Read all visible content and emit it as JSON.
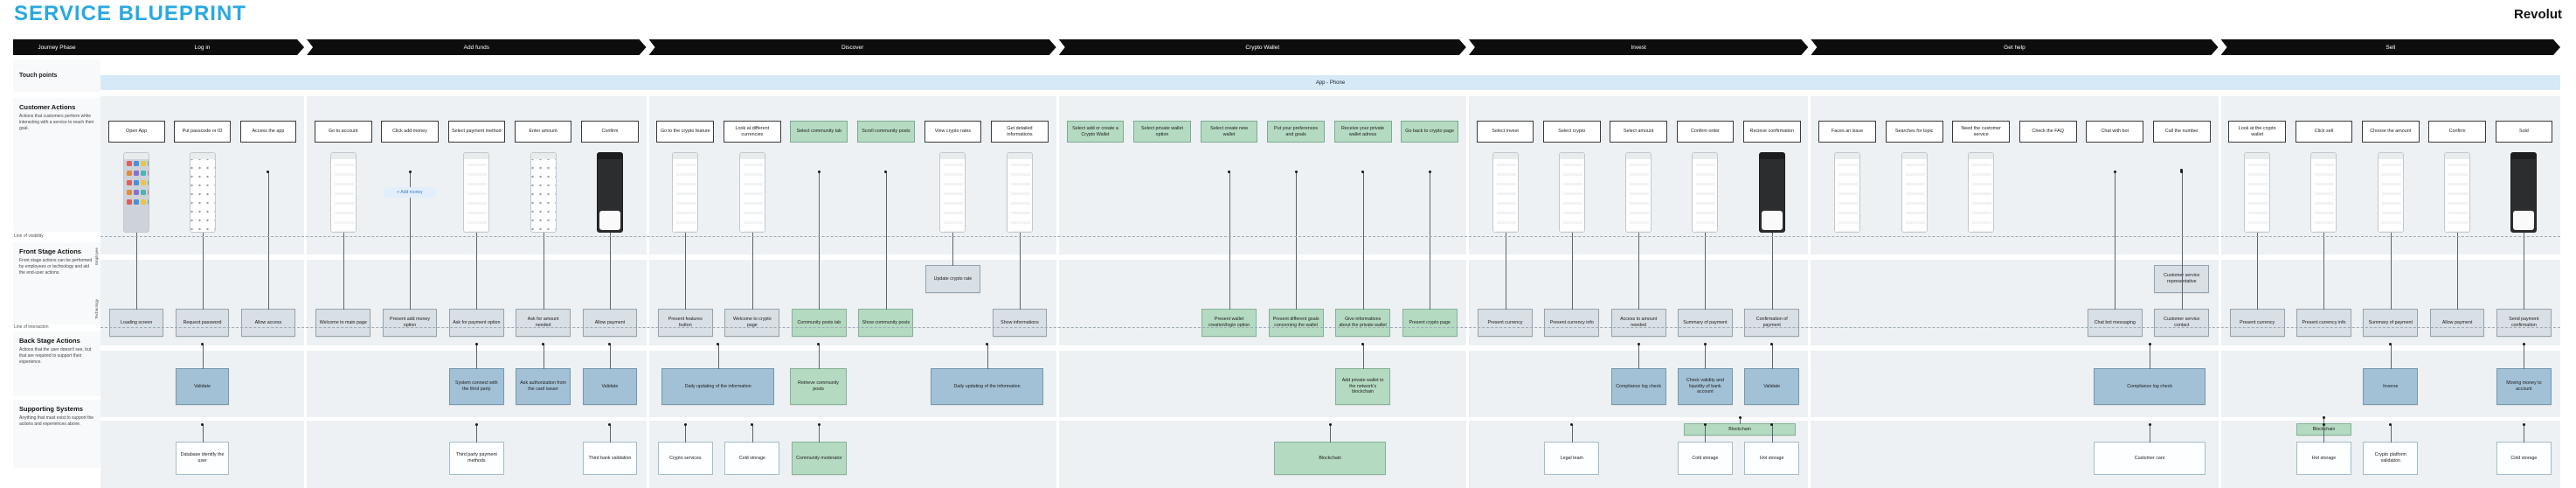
{
  "title": "SERVICE BLUEPRINT",
  "brand": "Revolut",
  "journey_phase_label": "Journey Phase",
  "touchpoints": {
    "label": "Touch points",
    "value": "App - Phone"
  },
  "pill_label": "+ Add money",
  "colors": {
    "accent_title": "#29a9e1",
    "banner": "#0d0d0d",
    "touch_band": "#d6e9f6",
    "note_green": "#b5dac2",
    "note_blue": "#a3c1d6",
    "note_gray": "#d8dfe5"
  },
  "lanes": {
    "customer": {
      "title": "Customer Actions",
      "desc": "Actions that customers perform while interacting with a service to reach their goal."
    },
    "visibility_line": "Line of visibility",
    "front": {
      "title": "Front Stage Actions",
      "desc": "Front stage actions can be performed by employees or technology and aid the end-user actions.",
      "sub_top": "Employee",
      "sub_bottom": "Technology"
    },
    "interaction_line": "Line of interaction",
    "back": {
      "title": "Back Stage Actions",
      "desc": "Actions that the user doesn't see, but that are required to support their experience."
    },
    "supporting": {
      "title": "Supporting Systems",
      "desc": "Anything that must exist to support the actions and experiences above."
    }
  },
  "phases": [
    {
      "name": "Log in",
      "slots": 3,
      "customer": [
        {
          "label": "Open App",
          "c": "white",
          "phone": "apps"
        },
        {
          "label": "Put passcode or ID",
          "c": "white",
          "phone": "keypad"
        },
        {
          "label": "Access the app",
          "c": "white",
          "phone": null
        }
      ],
      "employee": null,
      "front": [
        {
          "label": "Loading screen",
          "c": "gray"
        },
        {
          "label": "Request password",
          "c": "gray"
        },
        {
          "label": "Allow access",
          "c": "gray"
        }
      ],
      "back": [
        null,
        {
          "label": "Validate",
          "c": "blue"
        },
        null
      ],
      "sup1": null,
      "sup2": [
        null,
        {
          "label": "Database identify the user",
          "c": "white"
        },
        null
      ]
    },
    {
      "name": "Add funds",
      "slots": 5,
      "customer": [
        {
          "label": "Go to account",
          "c": "white",
          "phone": "light"
        },
        {
          "label": "Click add money",
          "c": "white",
          "phone": "pill"
        },
        {
          "label": "Select payment method",
          "c": "white",
          "phone": "light"
        },
        {
          "label": "Enter amount",
          "c": "white",
          "phone": "keypad"
        },
        {
          "label": "Confirm",
          "c": "white",
          "phone": "dark"
        }
      ],
      "employee": null,
      "front": [
        {
          "label": "Welcome to main page",
          "c": "gray"
        },
        {
          "label": "Present add money option",
          "c": "gray"
        },
        {
          "label": "Ask for payment option",
          "c": "gray"
        },
        {
          "label": "Ask for amount needed",
          "c": "gray"
        },
        {
          "label": "Allow payment",
          "c": "gray"
        }
      ],
      "back": [
        null,
        null,
        {
          "label": "System connect with the third party",
          "c": "blue"
        },
        {
          "label": "Ask authorization from the card issuer",
          "c": "blue"
        },
        {
          "label": "Validate",
          "c": "blue"
        }
      ],
      "sup1": null,
      "sup2": [
        null,
        null,
        {
          "label": "Third party payment methods",
          "c": "white"
        },
        null,
        {
          "label": "Third bank validation",
          "c": "white"
        }
      ]
    },
    {
      "name": "Discover",
      "slots": 6,
      "customer": [
        {
          "label": "Go to the crypto feature",
          "c": "white",
          "phone": "light"
        },
        {
          "label": "Look at different currencies",
          "c": "white",
          "phone": "light"
        },
        {
          "label": "Select community tab",
          "c": "green",
          "phone": null
        },
        {
          "label": "Scroll community posts",
          "c": "green",
          "phone": null
        },
        {
          "label": "View crypto rates",
          "c": "white",
          "phone": "light"
        },
        {
          "label": "Get detailed informations",
          "c": "white",
          "phone": "light"
        }
      ],
      "employee": [
        null,
        null,
        null,
        null,
        {
          "label": "Update crypto rate",
          "c": "gray"
        },
        null
      ],
      "front": [
        {
          "label": "Present features button",
          "c": "gray"
        },
        {
          "label": "Welcome to crypto page",
          "c": "gray"
        },
        {
          "label": "Community posts tab",
          "c": "green"
        },
        {
          "label": "Show community posts",
          "c": "green"
        },
        null,
        {
          "label": "Show informations",
          "c": "gray"
        }
      ],
      "back": [
        {
          "label": "Daily updating of the information",
          "c": "blue",
          "span": 2
        },
        {
          "label": "Retrieve community posts",
          "c": "green"
        },
        null,
        {
          "label": "Daily updating of the information",
          "c": "blue",
          "span": 2
        }
      ],
      "sup1": null,
      "sup2": [
        {
          "label": "Crypto services",
          "c": "white"
        },
        {
          "label": "Cold storage",
          "c": "white"
        },
        {
          "label": "Community moderator",
          "c": "green"
        },
        null,
        null,
        null
      ]
    },
    {
      "name": "Crypto Wallet",
      "slots": 6,
      "customer": [
        {
          "label": "Select add or create a Crypto Wallet",
          "c": "green",
          "phone": null
        },
        {
          "label": "Select private wallet option",
          "c": "green",
          "phone": null
        },
        {
          "label": "Select create new wallet",
          "c": "green",
          "phone": null
        },
        {
          "label": "Put your preferences and goals",
          "c": "green",
          "phone": null
        },
        {
          "label": "Receive your private wallet adress",
          "c": "green",
          "phone": null
        },
        {
          "label": "Go back to crypto page",
          "c": "green",
          "phone": null
        }
      ],
      "employee": null,
      "front": [
        null,
        null,
        {
          "label": "Present wallet creation/login option",
          "c": "green"
        },
        {
          "label": "Present different goals concerning the wallet",
          "c": "green"
        },
        {
          "label": "Give informations about the private wallet",
          "c": "green"
        },
        {
          "label": "Present crypto page",
          "c": "green"
        }
      ],
      "back": [
        null,
        null,
        null,
        null,
        {
          "label": "Add private wallet to the network's blockchain",
          "c": "green"
        },
        null
      ],
      "sup1": null,
      "sup2": [
        null,
        null,
        null,
        {
          "label": "Blockchain",
          "c": "green",
          "span": 2
        },
        null
      ]
    },
    {
      "name": "Invest",
      "slots": 5,
      "customer": [
        {
          "label": "Select invest",
          "c": "white",
          "phone": "light"
        },
        {
          "label": "Select crypto",
          "c": "white",
          "phone": "light"
        },
        {
          "label": "Select amount",
          "c": "white",
          "phone": "light"
        },
        {
          "label": "Confirm order",
          "c": "white",
          "phone": "light"
        },
        {
          "label": "Recieve confirmation",
          "c": "white",
          "phone": "dark"
        }
      ],
      "employee": null,
      "front": [
        {
          "label": "Present currency",
          "c": "gray"
        },
        {
          "label": "Present currency info",
          "c": "gray"
        },
        {
          "label": "Access to amount needed",
          "c": "gray"
        },
        {
          "label": "Summary of payment",
          "c": "gray"
        },
        {
          "label": "Confirmation of payment",
          "c": "gray"
        }
      ],
      "back": [
        null,
        null,
        {
          "label": "Compliance log check",
          "c": "blue"
        },
        {
          "label": "Check validity and liquidity of bank account",
          "c": "blue"
        },
        {
          "label": "Validate",
          "c": "blue"
        }
      ],
      "sup1": [
        null,
        null,
        null,
        {
          "label": "Blockchain",
          "c": "green",
          "span": 2
        }
      ],
      "sup2": [
        null,
        {
          "label": "Legal team",
          "c": "white"
        },
        null,
        {
          "label": "Cold storage",
          "c": "white"
        },
        {
          "label": "Hot storage",
          "c": "white"
        }
      ]
    },
    {
      "name": "Get help",
      "slots": 6,
      "customer": [
        {
          "label": "Faces an issue",
          "c": "white",
          "phone": "light"
        },
        {
          "label": "Searches for topic",
          "c": "white",
          "phone": "light"
        },
        {
          "label": "Need the customer service",
          "c": "white",
          "phone": "light"
        },
        {
          "label": "Check the FAQ",
          "c": "white",
          "phone": null
        },
        {
          "label": "Chat with bot",
          "c": "white",
          "phone": null
        },
        {
          "label": "Call the number",
          "c": "white",
          "phone": null
        }
      ],
      "employee": [
        null,
        null,
        null,
        null,
        null,
        {
          "label": "Customer service representative",
          "c": "gray"
        }
      ],
      "front": [
        null,
        null,
        null,
        null,
        {
          "label": "Chat bot messaging",
          "c": "gray"
        },
        {
          "label": "Customer service contact",
          "c": "gray"
        }
      ],
      "back": [
        null,
        null,
        null,
        null,
        {
          "label": "Compliance log check",
          "c": "blue",
          "span": 2
        }
      ],
      "sup1": null,
      "sup2": [
        null,
        null,
        null,
        null,
        {
          "label": "Customer care",
          "c": "white",
          "span": 2
        }
      ]
    },
    {
      "name": "Sell",
      "slots": 5,
      "customer": [
        {
          "label": "Look at the crypto wallet",
          "c": "white",
          "phone": "light"
        },
        {
          "label": "Click sell",
          "c": "white",
          "phone": "light"
        },
        {
          "label": "Choose the amount",
          "c": "white",
          "phone": "light"
        },
        {
          "label": "Confirm",
          "c": "white",
          "phone": "light"
        },
        {
          "label": "Sold",
          "c": "white",
          "phone": "dark"
        }
      ],
      "employee": null,
      "front": [
        {
          "label": "Present currency",
          "c": "gray"
        },
        {
          "label": "Present currency info",
          "c": "gray"
        },
        {
          "label": "Summary of payment",
          "c": "gray"
        },
        {
          "label": "Allow payment",
          "c": "gray"
        },
        {
          "label": "Send payment confirmation",
          "c": "gray"
        }
      ],
      "back": [
        null,
        null,
        {
          "label": "Inverse",
          "c": "blue"
        },
        null,
        {
          "label": "Moving money to account",
          "c": "blue"
        }
      ],
      "sup1": [
        null,
        {
          "label": "Blockchain",
          "c": "green"
        },
        null,
        null,
        null
      ],
      "sup2": [
        null,
        {
          "label": "Hot storage",
          "c": "white"
        },
        {
          "label": "Crypto platform validation",
          "c": "white"
        },
        null,
        {
          "label": "Cold storage",
          "c": "white"
        }
      ]
    }
  ]
}
